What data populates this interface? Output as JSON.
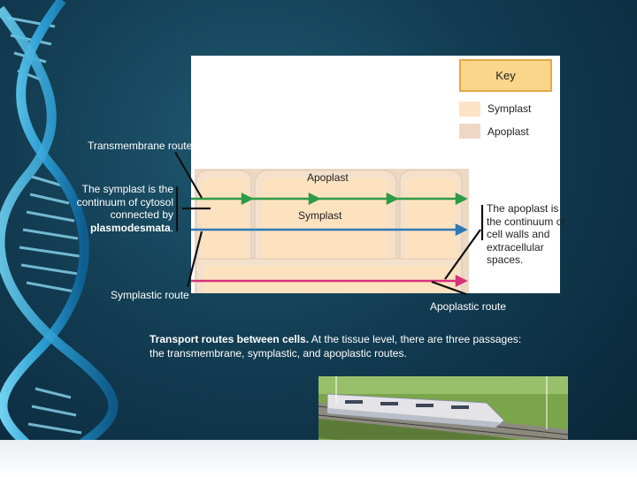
{
  "key": {
    "title": "Key",
    "items": [
      {
        "label": "Symplast",
        "color": "#fde3c6"
      },
      {
        "label": "Apoplast",
        "color": "#efd7c6"
      }
    ]
  },
  "labels": {
    "transmembrane_route": "Transmembrane route",
    "symplast_note_prefix": "The symplast is the continuum of cytosol connected by ",
    "symplast_note_bold": "plasmodesmata",
    "symplast_note_suffix": ".",
    "symplastic_route": "Symplastic route",
    "apoplast_inside": "Apoplast",
    "symplast_inside": "Symplast",
    "apoplast_note": "The apoplast is the continuum of cell walls and extracellular spaces.",
    "apoplastic_route": "Apoplastic route"
  },
  "caption": {
    "bold": "Transport routes between cells.",
    "text": " At the tissue level, there are three passages: the transmembrane, symplastic, and apoplastic routes."
  },
  "colors": {
    "transmembrane_arrow": "#2e9b47",
    "symplastic_arrow": "#2f79b5",
    "apoplastic_arrow": "#d6317a",
    "cell_wall": "#ecd8c5",
    "cytoplasm": "#fde2c0"
  }
}
